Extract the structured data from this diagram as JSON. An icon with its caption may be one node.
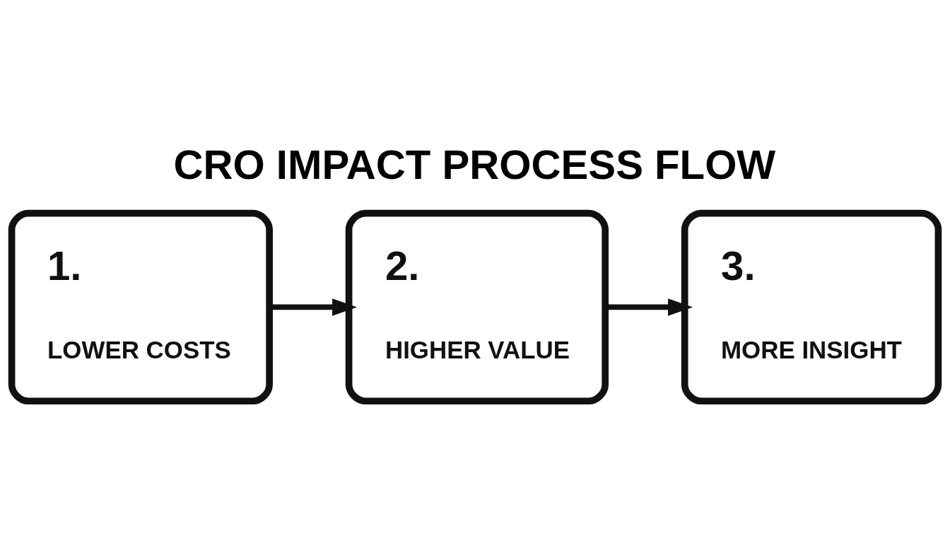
{
  "diagram": {
    "title": "CRO IMPACT PROCESS FLOW",
    "nodes": [
      {
        "text": [
          "1.",
          "LOWER COSTS"
        ]
      },
      {
        "text": [
          "2.",
          "HIGHER VALUE"
        ]
      },
      {
        "text": [
          "3.",
          "MORE INSIGHT"
        ]
      }
    ],
    "edges": [
      {
        "from": 0,
        "to": 1,
        "arrow": "to"
      },
      {
        "from": 1,
        "to": 2,
        "arrow": "to"
      }
    ]
  }
}
